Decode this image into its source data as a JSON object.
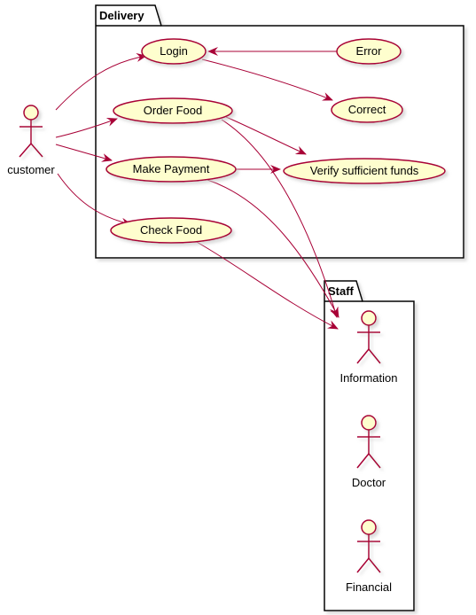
{
  "colors": {
    "line": "#A80036",
    "fill": "#FEFECE",
    "border": "#000000",
    "shadow": "#C8C8C8"
  },
  "packages": {
    "delivery": {
      "title": "Delivery"
    },
    "staff": {
      "title": "Staff"
    }
  },
  "actors": {
    "customer": "customer",
    "information": "Information",
    "doctor": "Doctor",
    "financial": "Financial"
  },
  "usecases": {
    "login": "Login",
    "error": "Error",
    "correct": "Correct",
    "order_food": "Order Food",
    "make_payment": "Make Payment",
    "verify": "Verify sufficient funds",
    "check_food": "Check Food"
  }
}
